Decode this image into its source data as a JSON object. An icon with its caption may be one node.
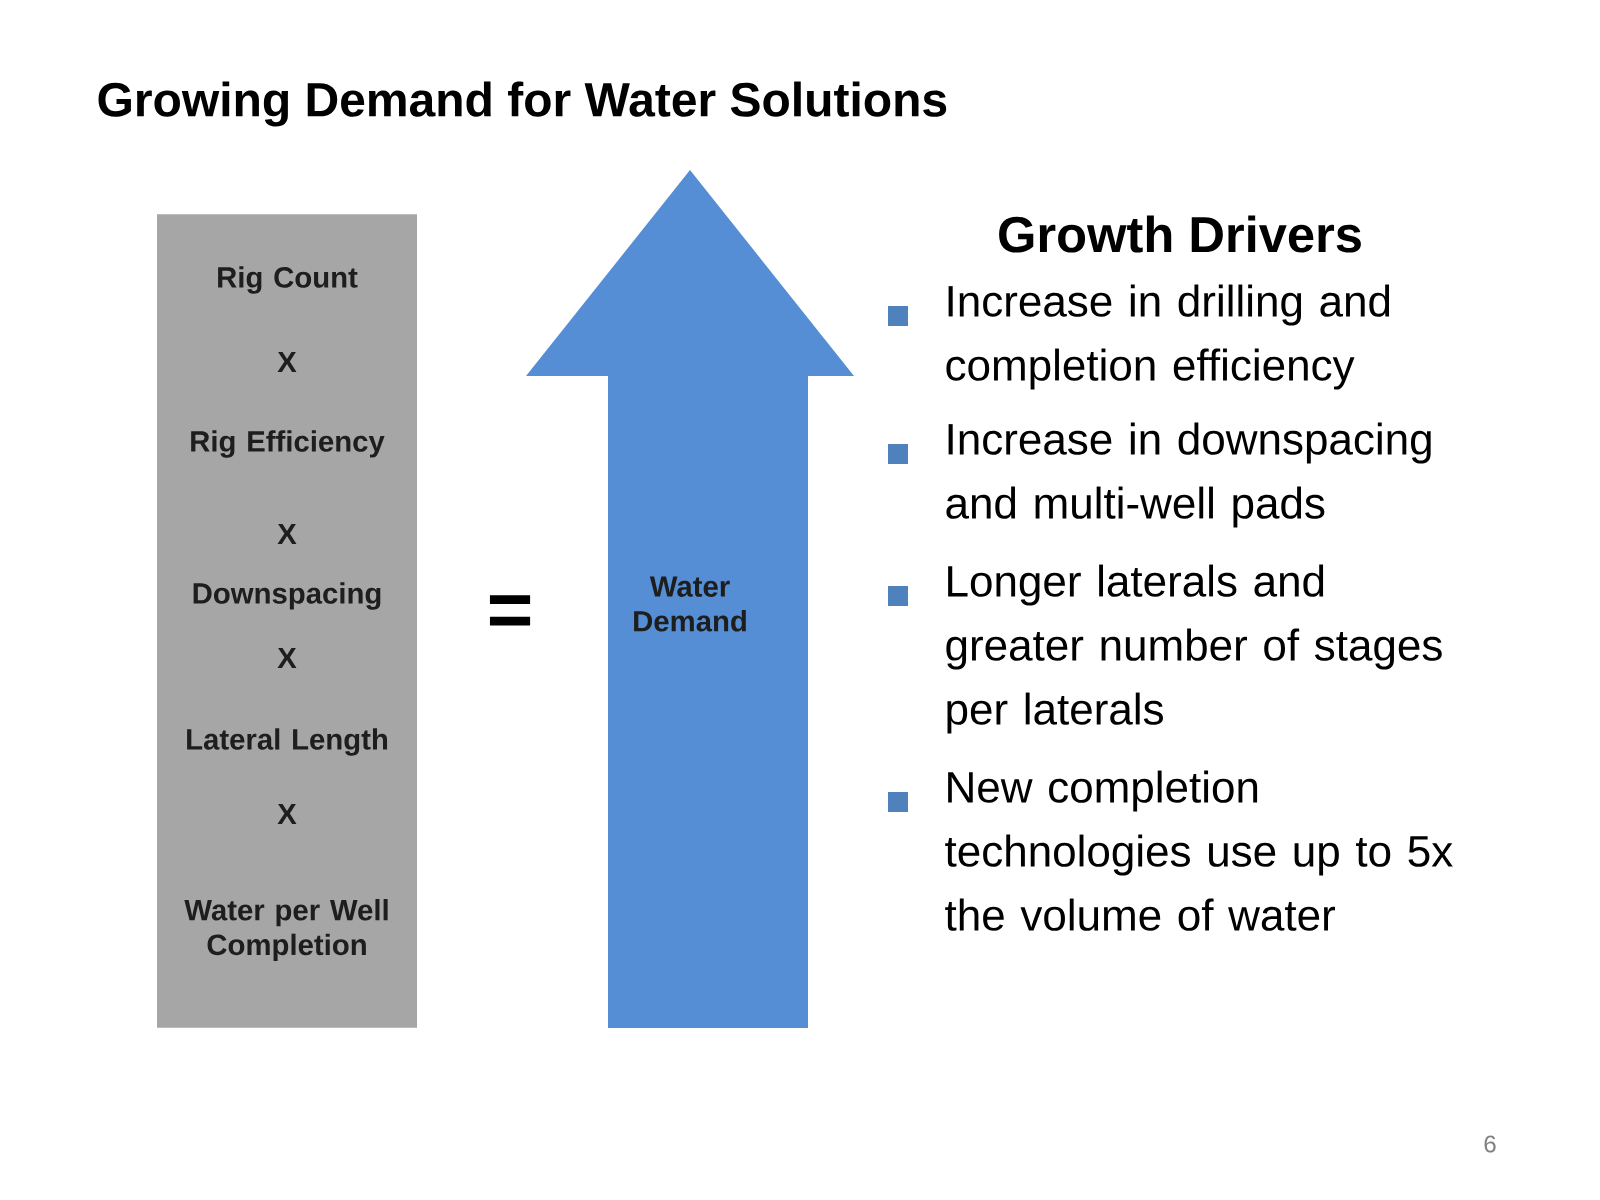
{
  "diagram": {
    "title": "Growing Demand for Water Solutions",
    "nodes": [
      {
        "text": [
          "Rig Count",
          "X",
          "Rig Efficiency",
          "X",
          "Downspacing",
          "X",
          "Lateral Length",
          "X",
          "Water per Well Completion"
        ]
      },
      {
        "text": [
          "Water Demand"
        ]
      }
    ],
    "labels": [
      "=",
      "Growth Drivers",
      "Increase in drilling and completion efficiency",
      "Increase in downspacing and multi-well pads",
      "Longer laterals and greater number of stages per laterals",
      "New completion technologies use up to 5x the volume of  water",
      "6"
    ]
  }
}
